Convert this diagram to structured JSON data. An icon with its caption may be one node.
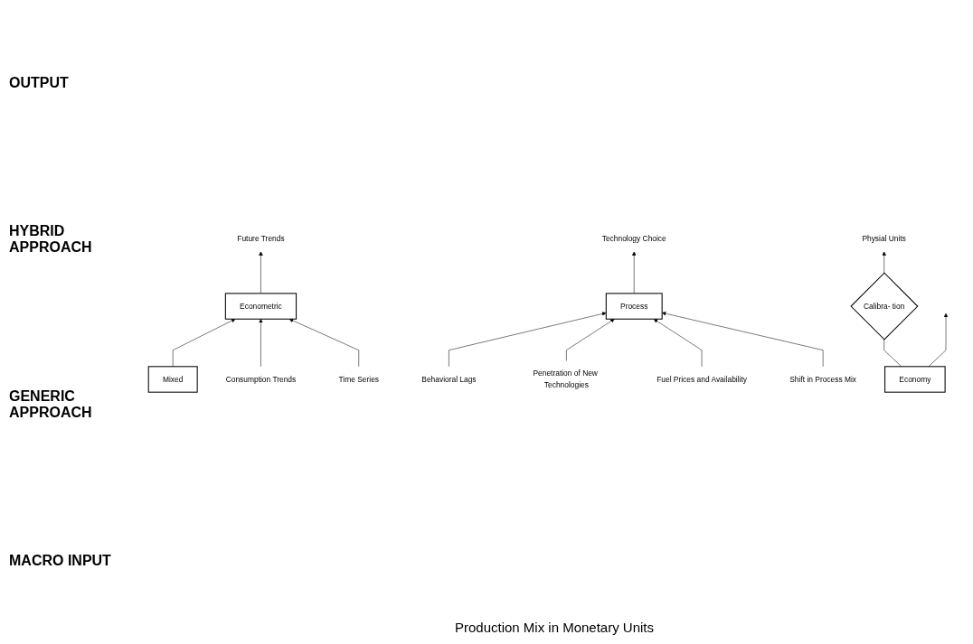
{
  "diagram": {
    "nodes": [
      {
        "text": [
          "Future Trends"
        ]
      },
      {
        "text": [
          "Technology Choice"
        ]
      },
      {
        "text": [
          "Econometric"
        ]
      },
      {
        "text": [
          "Mixed"
        ]
      },
      {
        "text": [
          "Process"
        ]
      },
      {
        "text": [
          "Behavioral Lags"
        ]
      },
      {
        "text": [
          "Consumption Trends"
        ]
      },
      {
        "text": [
          "Time Series"
        ]
      },
      {
        "text": [
          "Penetration of New Technologies"
        ]
      },
      {
        "text": [
          "Fuel Prices and Availability"
        ]
      },
      {
        "text": [
          "Shift in Process Mix"
        ]
      },
      {
        "text": [
          "Physial Units"
        ]
      },
      {
        "text": [
          "Economy"
        ]
      },
      {
        "text": [
          "Calibra- tion"
        ]
      }
    ],
    "edges": [
      {
        "from": 2,
        "to": 0,
        "arrow": "to"
      },
      {
        "from": 4,
        "to": 1,
        "arrow": "to"
      },
      {
        "from": 3,
        "to": 2,
        "arrow": "to"
      },
      {
        "from": 5,
        "to": 4,
        "arrow": "to"
      },
      {
        "from": 6,
        "to": 2,
        "arrow": "to"
      },
      {
        "from": 7,
        "to": 2,
        "arrow": "to"
      },
      {
        "from": 8,
        "to": 4,
        "arrow": "to"
      },
      {
        "from": 9,
        "to": 4,
        "arrow": "to"
      },
      {
        "from": 10,
        "to": 4,
        "arrow": "to"
      },
      {
        "from": 13,
        "to": 11,
        "arrow": "to"
      },
      {
        "from": 12,
        "to": 13,
        "arrow": "none"
      },
      {
        "from": 12,
        "to": null,
        "arrow": "to"
      }
    ],
    "labels": [
      "OUTPUT",
      "HYBRID APPROACH",
      "GENERIC APPROACH",
      "MACRO INPUT",
      "Production Mix in Monetary Units"
    ]
  }
}
